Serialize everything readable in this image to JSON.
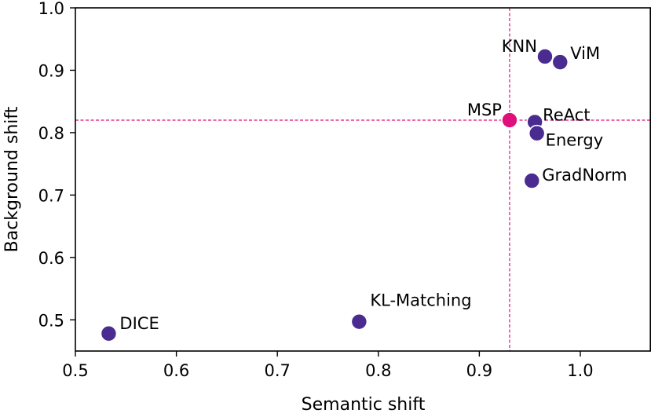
{
  "chart_data": {
    "type": "scatter",
    "title": "",
    "xlabel": "Semantic shift",
    "ylabel": "Background shift",
    "xlim": [
      0.5,
      1.07
    ],
    "ylim": [
      0.45,
      1.0
    ],
    "xticks": [
      0.5,
      0.6,
      0.7,
      0.8,
      0.9,
      1.0
    ],
    "yticks": [
      0.5,
      0.6,
      0.7,
      0.8,
      0.9,
      1.0
    ],
    "xtick_labels": [
      "0.5",
      "0.6",
      "0.7",
      "0.8",
      "0.9",
      "1.0"
    ],
    "ytick_labels": [
      "0.5",
      "0.6",
      "0.7",
      "0.8",
      "0.9",
      "1.0"
    ],
    "grid": false,
    "reference_lines": {
      "x": 0.93,
      "y": 0.82,
      "style": "dashed",
      "color": "#e0107a"
    },
    "points": [
      {
        "label": "DICE",
        "x": 0.533,
        "y": 0.478,
        "color": "#4a2c91"
      },
      {
        "label": "KL-Matching",
        "x": 0.781,
        "y": 0.497,
        "color": "#4a2c91"
      },
      {
        "label": "MSP",
        "x": 0.93,
        "y": 0.82,
        "color": "#e0107a"
      },
      {
        "label": "ReAct",
        "x": 0.955,
        "y": 0.817,
        "color": "#4a2c91"
      },
      {
        "label": "Energy",
        "x": 0.957,
        "y": 0.799,
        "color": "#4a2c91"
      },
      {
        "label": "GradNorm",
        "x": 0.952,
        "y": 0.723,
        "color": "#4a2c91"
      },
      {
        "label": "KNN",
        "x": 0.965,
        "y": 0.922,
        "color": "#4a2c91"
      },
      {
        "label": "ViM",
        "x": 0.98,
        "y": 0.913,
        "color": "#4a2c91"
      }
    ]
  }
}
